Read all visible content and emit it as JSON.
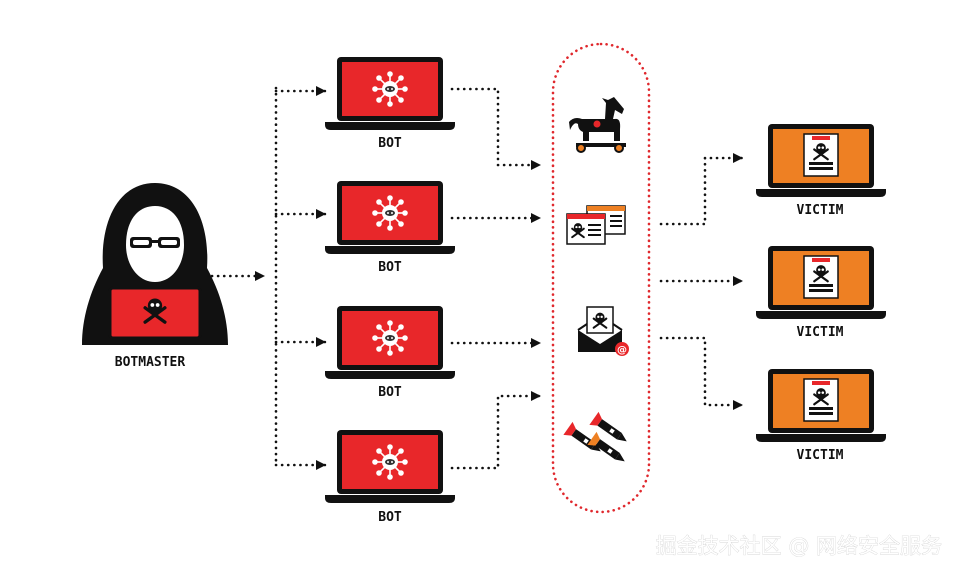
{
  "botmaster": {
    "label": "BOTMASTER"
  },
  "bots": [
    {
      "label": "BOT"
    },
    {
      "label": "BOT"
    },
    {
      "label": "BOT"
    },
    {
      "label": "BOT"
    }
  ],
  "victims": [
    {
      "label": "VICTIM"
    },
    {
      "label": "VICTIM"
    },
    {
      "label": "VICTIM"
    }
  ],
  "attack_vectors": [
    {
      "name": "trojan-horse-icon"
    },
    {
      "name": "infected-documents-icon"
    },
    {
      "name": "malicious-email-icon"
    },
    {
      "name": "missiles-icon"
    }
  ],
  "watermark": "掘金技术社区 @ 网络安全服务",
  "colors": {
    "bot_screen": "#e8272a",
    "victim_screen": "#ee8023",
    "capsule_border": "#e0282d",
    "ink": "#111111"
  }
}
